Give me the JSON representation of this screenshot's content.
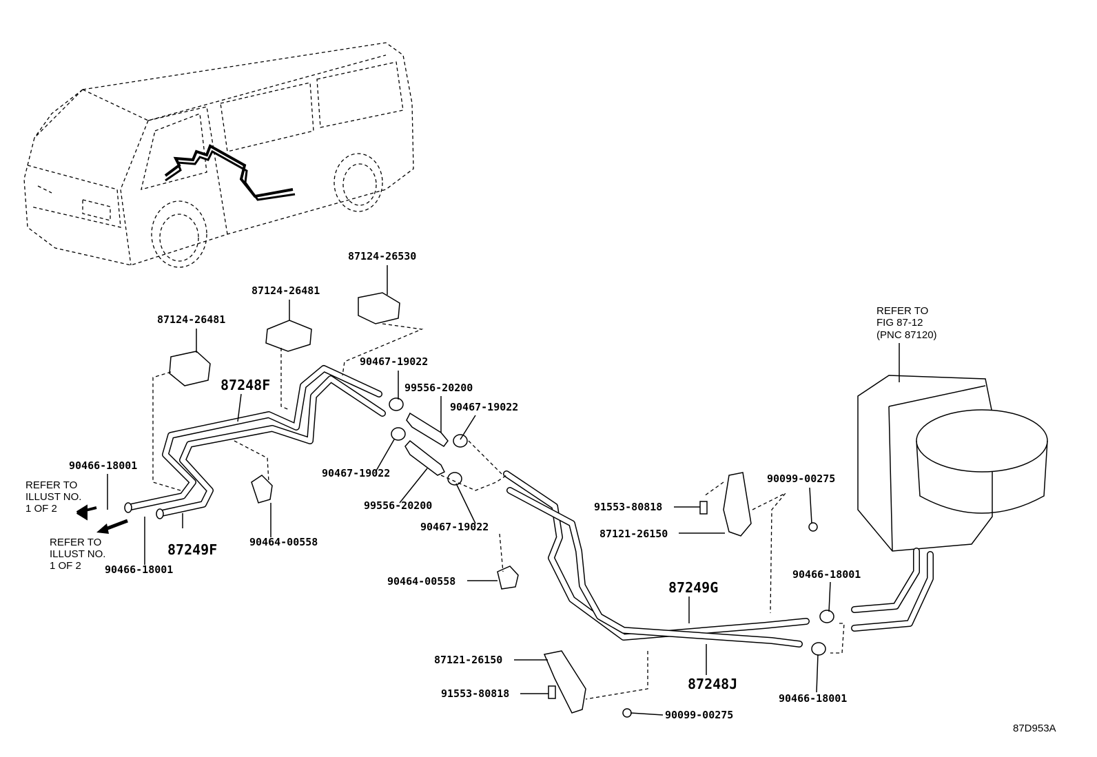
{
  "labels": {
    "clamp_87124_26530": "87124-26530",
    "clamp_87124_26481_a": "87124-26481",
    "clamp_87124_26481_b": "87124-26481",
    "pipe_87248F": "87248F",
    "pipe_87249F": "87249F",
    "pipe_87249G": "87249G",
    "pipe_87248J": "87248J",
    "hose_clamp_1": "90467-19022",
    "hose_clamp_2": "90467-19022",
    "hose_clamp_3": "90467-19022",
    "hose_clamp_4": "90467-19022",
    "hose_1": "99556-20200",
    "hose_2": "99556-20200",
    "clip_1": "90466-18001",
    "clip_2": "90466-18001",
    "clip_3": "90466-18001",
    "clip_4": "90466-18001",
    "clamp_90464_a": "90464-00558",
    "clamp_90464_b": "90464-00558",
    "bolt_1": "91553-80818",
    "bolt_2": "91553-80818",
    "bracket_1": "87121-26150",
    "bracket_2": "87121-26150",
    "screw_1": "90099-00275",
    "screw_2": "90099-00275"
  },
  "notes": {
    "refer_a": [
      "REFER TO",
      "ILLUST NO.",
      "1 OF 2"
    ],
    "refer_b": [
      "REFER TO",
      "ILLUST NO.",
      "1 OF 2"
    ],
    "refer_heater": [
      "REFER TO",
      "FIG 87-12",
      "(PNC 87120)"
    ]
  },
  "figure_id": "87D953A"
}
